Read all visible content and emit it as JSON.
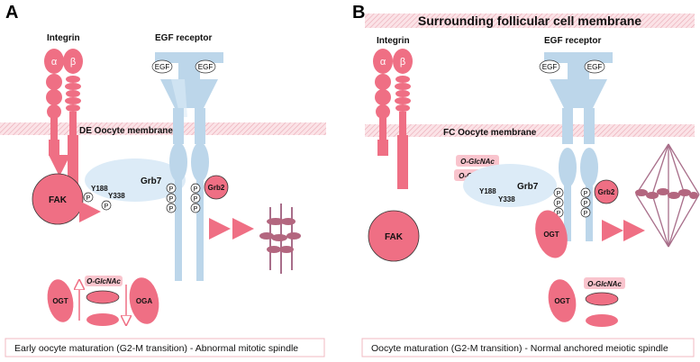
{
  "colors": {
    "pink": "#ef6f84",
    "pink_dark": "#c9485f",
    "blue": "#bcd6ea",
    "blue_light": "#dcebf7",
    "membrane": "#f6c9d0",
    "spindle": "#a86e8a",
    "chromosome": "#b3667f"
  },
  "panel_a": {
    "letter": "A",
    "integrin": "Integrin",
    "alpha": "α",
    "beta": "β",
    "egf_receptor": "EGF receptor",
    "egf": "EGF",
    "membrane_label": "DE Oocyte membrane",
    "fak": "FAK",
    "grb7": "Grb7",
    "grb2": "Grb2",
    "y188": "Y188",
    "y338": "Y338",
    "p": "P",
    "ogt": "OGT",
    "oga": "OGA",
    "o_glcnac": "O-GlcNAc",
    "caption": "Early oocyte maturation  (G2-M transition) - Abnormal mitotic spindle"
  },
  "panel_b": {
    "letter": "B",
    "top_membrane": "Surrounding follicular cell membrane",
    "integrin": "Integrin",
    "alpha": "α",
    "beta": "β",
    "egf_receptor": "EGF receptor",
    "egf": "EGF",
    "membrane_label": "FC Oocyte membrane",
    "fak": "FAK",
    "grb7": "Grb7",
    "grb2": "Grb2",
    "y188": "Y188",
    "y338": "Y338",
    "p": "P",
    "ogt": "OGT",
    "o_glcnac_1": "O-GlcNAc",
    "o_glcnac_2": "O-GlcNAc",
    "o_glcnac_3": "O-GlcNAc",
    "caption": "Oocyte maturation (G2-M transition) - Normal anchored meiotic spindle"
  }
}
